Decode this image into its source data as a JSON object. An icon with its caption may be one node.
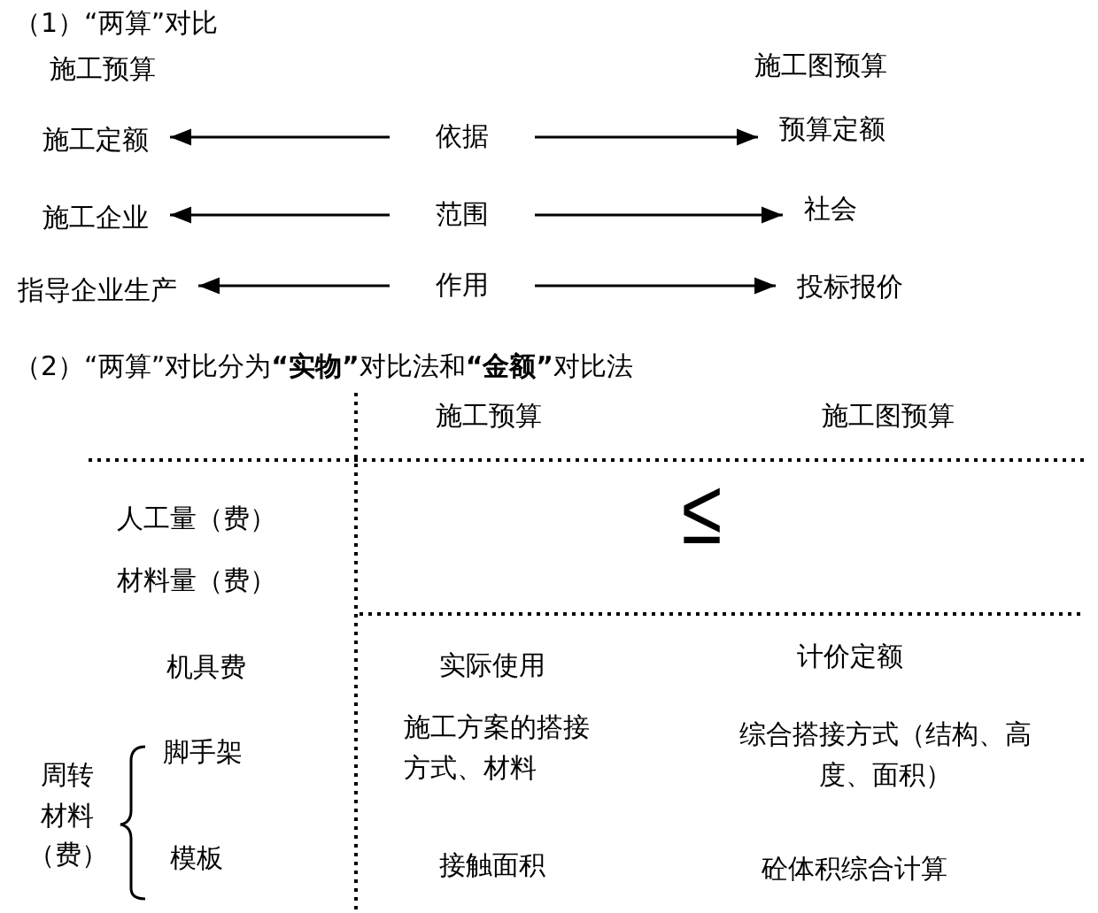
{
  "diagram": {
    "nodes": [
      {
        "text": [
          "施工定额"
        ]
      },
      {
        "text": [
          "依据"
        ]
      },
      {
        "text": [
          "预算定额"
        ]
      },
      {
        "text": [
          "施工企业"
        ]
      },
      {
        "text": [
          "范围"
        ]
      },
      {
        "text": [
          "社会"
        ]
      },
      {
        "text": [
          "指导企业生产"
        ]
      },
      {
        "text": [
          "作用"
        ]
      },
      {
        "text": [
          "投标报价"
        ]
      }
    ],
    "edges": [
      {
        "from": 1,
        "to": 0,
        "arrow": "to"
      },
      {
        "from": 1,
        "to": 2,
        "arrow": "to"
      },
      {
        "from": 4,
        "to": 3,
        "arrow": "to"
      },
      {
        "from": 4,
        "to": 5,
        "arrow": "to"
      },
      {
        "from": 7,
        "to": 6,
        "arrow": "to"
      },
      {
        "from": 7,
        "to": 8,
        "arrow": "to"
      }
    ],
    "labels": [
      "（1）“两算”对比",
      "施工预算",
      "施工图预算",
      "（2）“两算”对比分为**“实物”**对比法和**“金额”**对比法",
      "施工预算",
      "施工图预算",
      "人工量（费）",
      "材料量（费）",
      "≤",
      "机具费",
      "实际使用",
      "计价定额",
      "周转材料（费）",
      "脚手架",
      "施工方案的搭接方式、材料",
      "综合搭接方式（结构、高度、面积）",
      "模板",
      "接触面积",
      "砼体积综合计算"
    ]
  }
}
